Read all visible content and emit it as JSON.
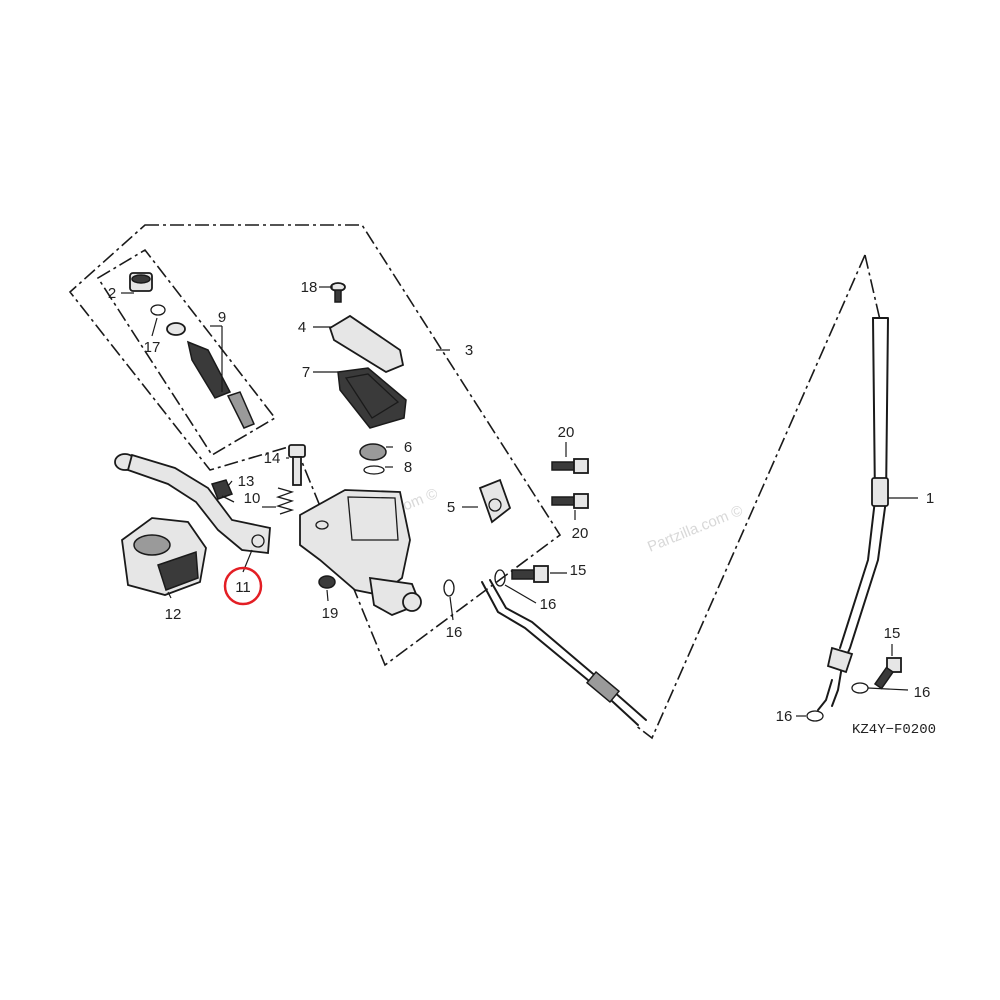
{
  "diagram": {
    "reference_code": "KZ4Y−F0200",
    "watermark": "Partzilla.com ©",
    "highlight_color": "#e31e24",
    "highlighted_callout": "11",
    "callouts": [
      "1",
      "2",
      "3",
      "4",
      "5",
      "6",
      "7",
      "8",
      "9",
      "10",
      "11",
      "12",
      "13",
      "14",
      "15",
      "15",
      "16",
      "16",
      "16",
      "16",
      "17",
      "18",
      "19",
      "20",
      "20"
    ]
  }
}
